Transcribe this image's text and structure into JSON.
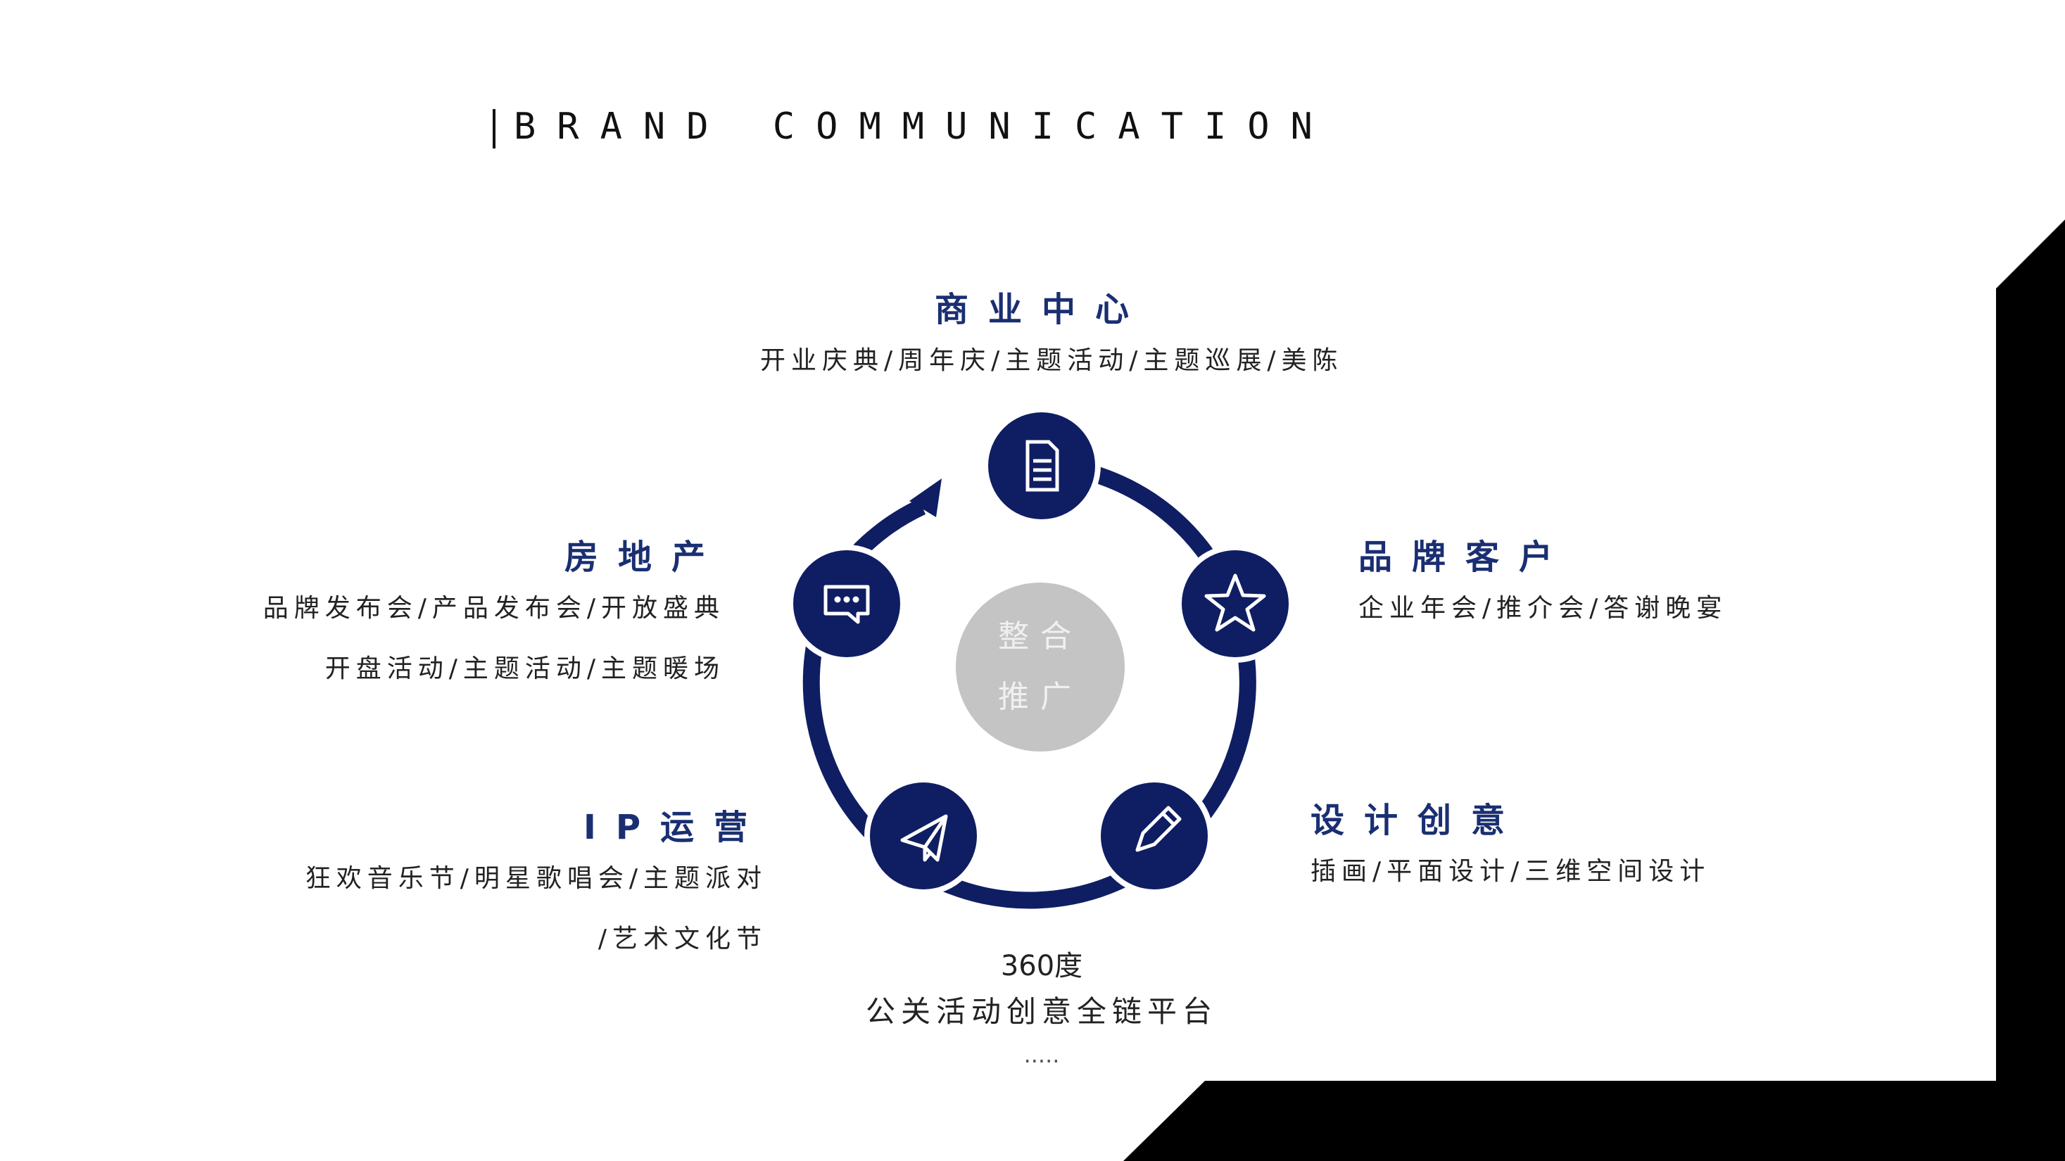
{
  "title": "BRAND COMMUNICATION",
  "center": {
    "line1": "整合",
    "line2": "推广"
  },
  "nodes": [
    {
      "id": "commercial",
      "icon": "document-icon",
      "heading": "商业中心",
      "lines": [
        "开业庆典/周年庆/主题活动/主题巡展/美陈"
      ]
    },
    {
      "id": "brand",
      "icon": "star-icon",
      "heading": "品牌客户",
      "lines": [
        "企业年会/推介会/答谢晚宴"
      ]
    },
    {
      "id": "design",
      "icon": "pencil-icon",
      "heading": "设计创意",
      "lines": [
        "插画/平面设计/三维空间设计"
      ]
    },
    {
      "id": "ip",
      "icon": "paper-plane-icon",
      "heading": "IP运营",
      "lines": [
        "狂欢音乐节/明星歌唱会/主题派对",
        "/艺术文化节"
      ]
    },
    {
      "id": "realestate",
      "icon": "chat-icon",
      "heading": "房地产",
      "lines": [
        "品牌发布会/产品发布会/开放盛典",
        "开盘活动/主题活动/主题暖场"
      ]
    }
  ],
  "footer": {
    "line1": "360度",
    "line2": "公关活动创意全链平台",
    "line3": "....."
  },
  "colors": {
    "navy": "#0f1e63",
    "gray": "#c4c4c4",
    "black": "#000000"
  }
}
